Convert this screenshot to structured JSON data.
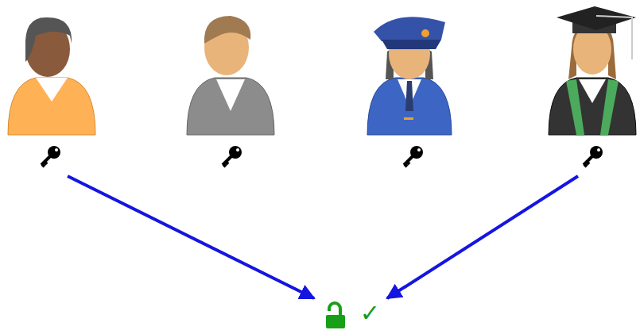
{
  "diagram": {
    "nodes": [
      {
        "text": []
      },
      {
        "text": []
      },
      {
        "text": []
      },
      {
        "text": []
      },
      {
        "text": [
          "✓"
        ]
      }
    ],
    "edges": [
      {
        "from": 0,
        "to": 4,
        "arrow": "to"
      },
      {
        "from": 3,
        "to": 4,
        "arrow": "to"
      }
    ]
  }
}
